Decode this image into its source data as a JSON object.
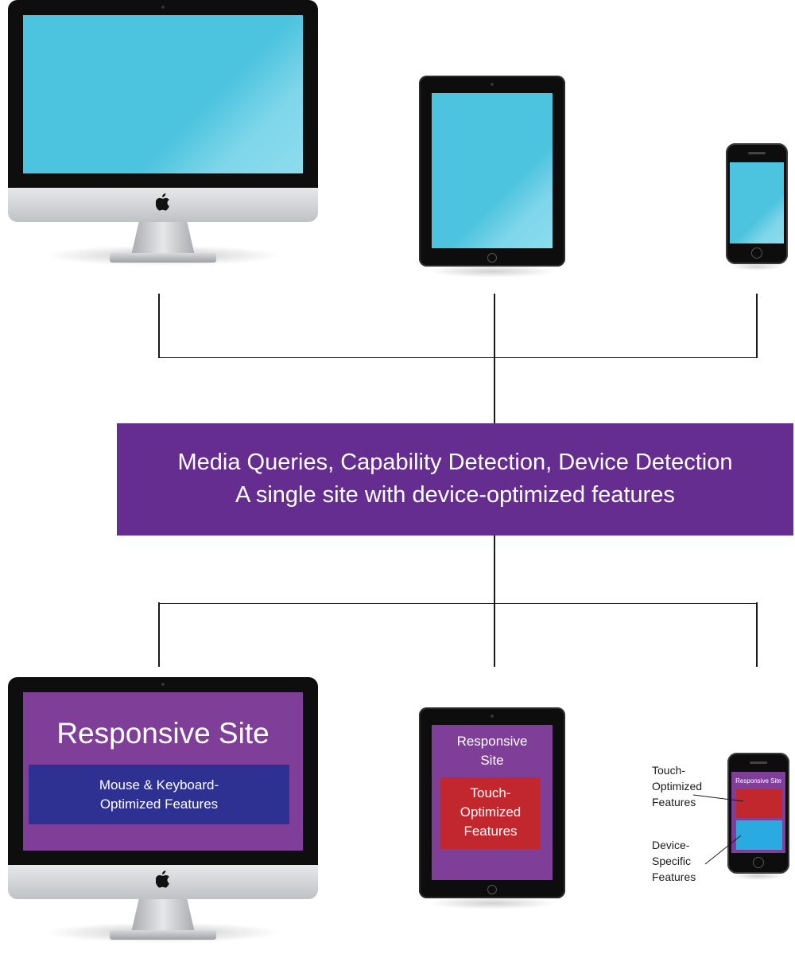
{
  "banner": {
    "line1": "Media Queries, Capability Detection, Device Detection",
    "line2": "A single site with device-optimized features"
  },
  "desktop": {
    "title": "Responsive Site",
    "feature": [
      "Mouse & Keyboard-",
      "Optimized Features"
    ]
  },
  "tablet": {
    "title": [
      "Responsive",
      "Site"
    ],
    "feature": [
      "Touch-",
      "Optimized",
      "Features"
    ]
  },
  "phone": {
    "title": "Responsive Site",
    "callout_touch": [
      "Touch-",
      "Optimized",
      "Features"
    ],
    "callout_device": [
      "Device-",
      "Specific",
      "Features"
    ]
  },
  "colors": {
    "banner": "#662d91",
    "site_purple": "#7f3f98",
    "mouse_keyboard_blue": "#2e3192",
    "touch_red": "#c1272d",
    "device_blue": "#29abe2",
    "blank_screen": "#4cc3df"
  },
  "icons": [
    "apple-logo-icon"
  ]
}
